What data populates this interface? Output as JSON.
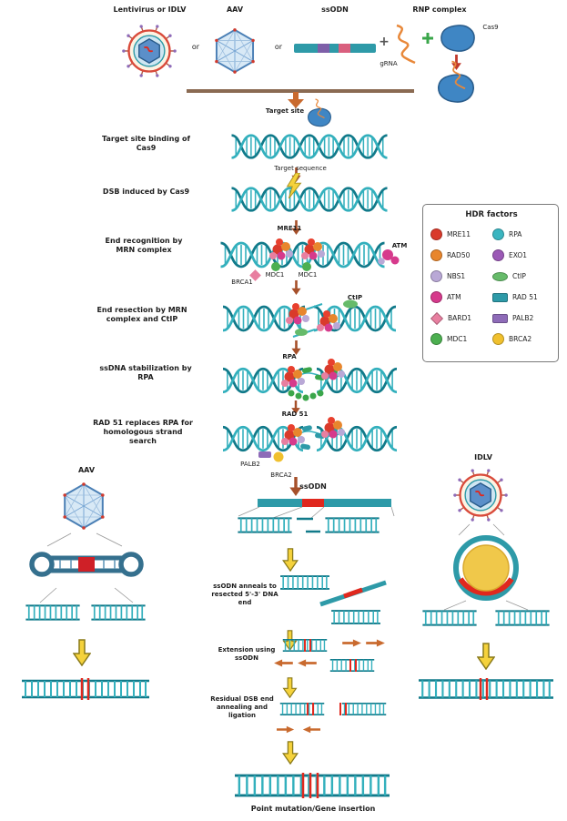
{
  "top": {
    "lenti_label": "Lentivirus or IDLV",
    "or_1": "or",
    "aav_label": "AAV",
    "or_2": "or",
    "ssodn_label": "ssODN",
    "plus": "+",
    "rnp_label": "RNP complex",
    "grna_label": "gRNA",
    "cas9_label": "Cas9"
  },
  "flow": {
    "target_site": "Target site",
    "target_sequence": "Target sequence",
    "steps": [
      {
        "label": "Target site binding of Cas9"
      },
      {
        "label": "DSB induced by Cas9"
      },
      {
        "label": "End recognition by MRN complex"
      },
      {
        "label": "End resection by MRN complex and CtIP"
      },
      {
        "label": "ssDNA stabilization by RPA"
      },
      {
        "label": "RAD 51 replaces RPA for homologous strand search"
      }
    ],
    "annotations": {
      "mre11": "MRE11",
      "atm": "ATM",
      "mdc1_left": "MDC1",
      "mdc1_right": "MDC1",
      "brca1": "BRCA1",
      "ctip": "CtIP",
      "rpa": "RPA",
      "rad51": "RAD 51",
      "palb2": "PALB2",
      "brca2": "BRCA2"
    }
  },
  "legend": {
    "title": "HDR factors",
    "items": [
      {
        "label": "MRE11",
        "color": "#d93a2b",
        "shape": "circle"
      },
      {
        "label": "RAD50",
        "color": "#e8862d",
        "shape": "circle"
      },
      {
        "label": "NBS1",
        "color": "#b9a8d6",
        "shape": "circle"
      },
      {
        "label": "ATM",
        "color": "#d63a8c",
        "shape": "circle"
      },
      {
        "label": "BARD1",
        "color": "#e87fa0",
        "shape": "diamond"
      },
      {
        "label": "MDC1",
        "color": "#4caf50",
        "shape": "circle"
      },
      {
        "label": "RPA",
        "color": "#3ab5c0",
        "shape": "circle"
      },
      {
        "label": "EXO1",
        "color": "#9b59b6",
        "shape": "circle"
      },
      {
        "label": "CtIP",
        "color": "#66bb6a",
        "shape": "ellipse"
      },
      {
        "label": "RAD 51",
        "color": "#2e9aa8",
        "shape": "rect"
      },
      {
        "label": "PALB2",
        "color": "#8e6bb8",
        "shape": "rect"
      },
      {
        "label": "BRCA2",
        "color": "#f0c02e",
        "shape": "circle"
      }
    ]
  },
  "bottom": {
    "aav_label": "AAV",
    "idlv_label": "IDLV",
    "ssodn_label": "ssODN",
    "anneal_label": "ssODN anneals to resected 5'-3' DNA end",
    "extension_label": "Extension using ssODN",
    "residual_label": "Residual DSB end annealing and ligation",
    "final_label": "Point mutation/Gene insertion"
  },
  "colors": {
    "dna_teal": "#2e9aa8",
    "insert_red": "#e0281e",
    "arrow_brown": "#a6502a",
    "arrow_yellow": "#f5d23c",
    "arrow_orange": "#c96a2e"
  }
}
